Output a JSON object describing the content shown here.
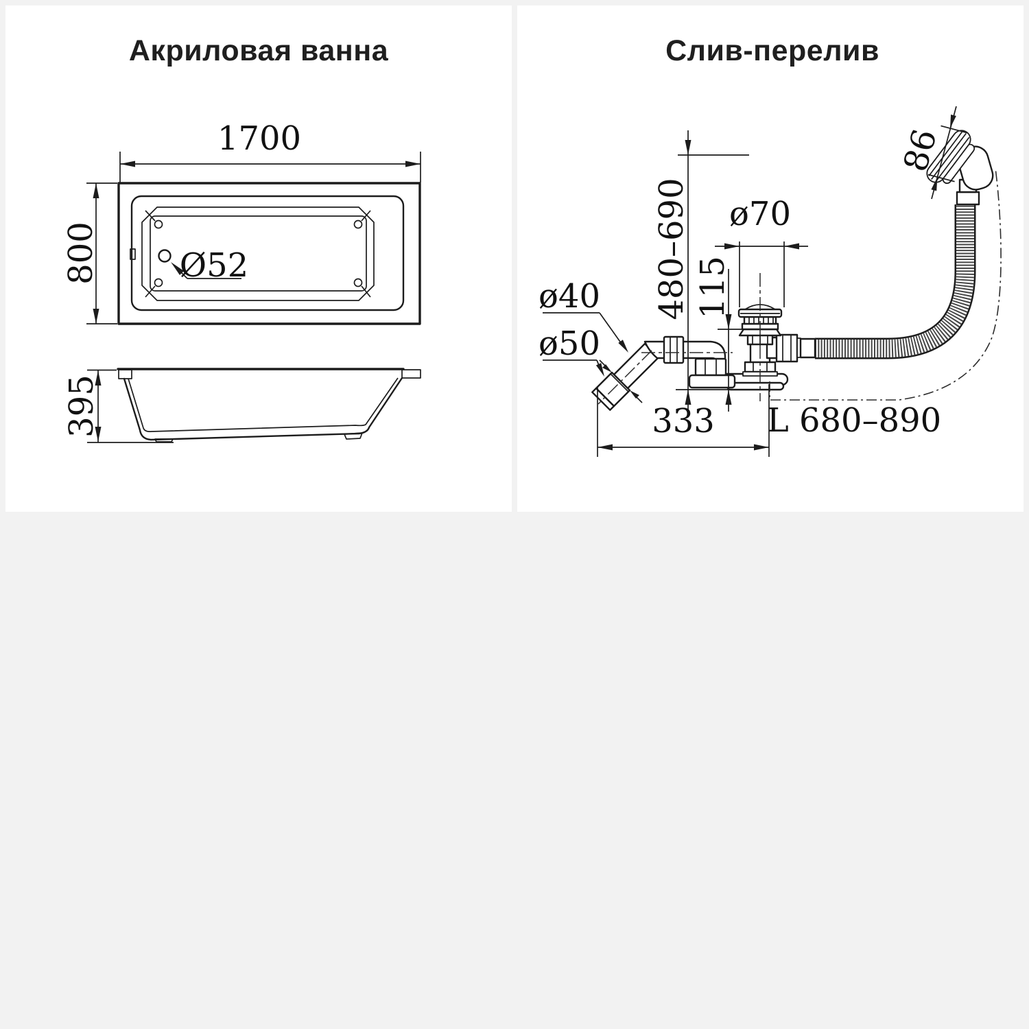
{
  "page": {
    "background_color": "#f2f2f2",
    "panel_color": "#ffffff",
    "line_color": "#1c1c1c"
  },
  "left_panel": {
    "title": "Акриловая ванна",
    "dimensions": {
      "length": "1700",
      "width": "800",
      "drain_diameter": "Ø52",
      "height": "395"
    }
  },
  "right_panel": {
    "title": "Слив-перелив",
    "dimensions": {
      "overflow_cover_diameter": "86",
      "install_height_range": "480–690",
      "drain_cap_diameter": "ø70",
      "under_tub_height": "115",
      "pipe_diameter": "ø40",
      "outlet_diameter": "ø50",
      "horizontal_length": "333",
      "hose_length_range": "L 680–890"
    }
  }
}
